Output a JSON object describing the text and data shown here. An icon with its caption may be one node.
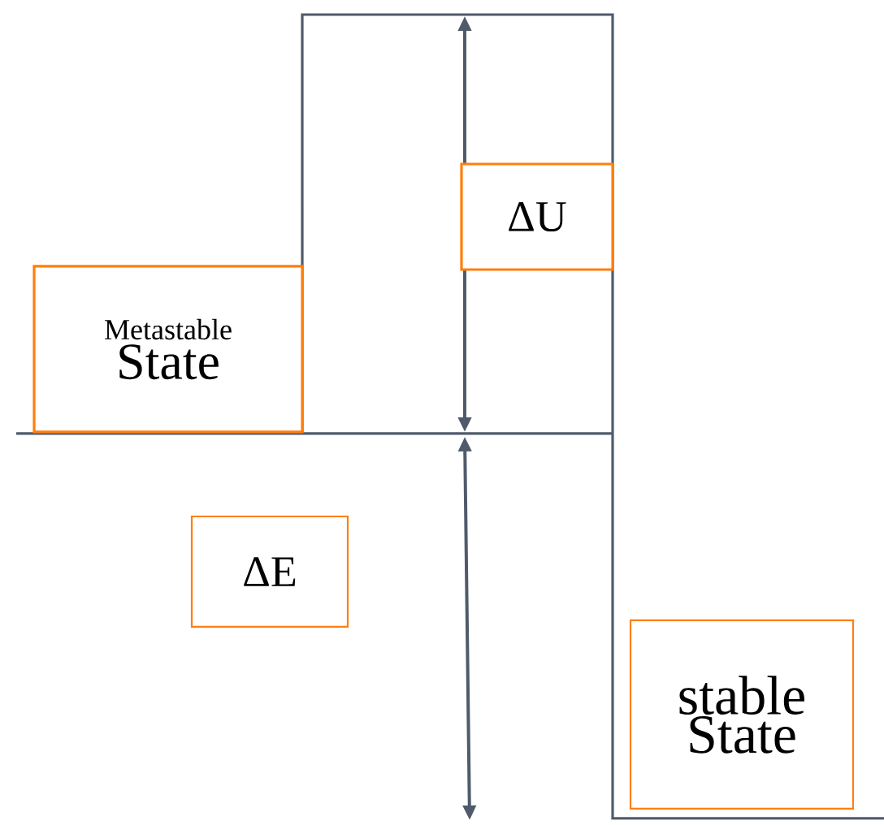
{
  "diagram": {
    "nodes": [
      {
        "text": [
          "Metastable",
          "State"
        ]
      },
      {
        "text": [
          "ΔU"
        ]
      },
      {
        "text": [
          "ΔE"
        ]
      },
      {
        "text": [
          "stable State"
        ]
      }
    ]
  }
}
